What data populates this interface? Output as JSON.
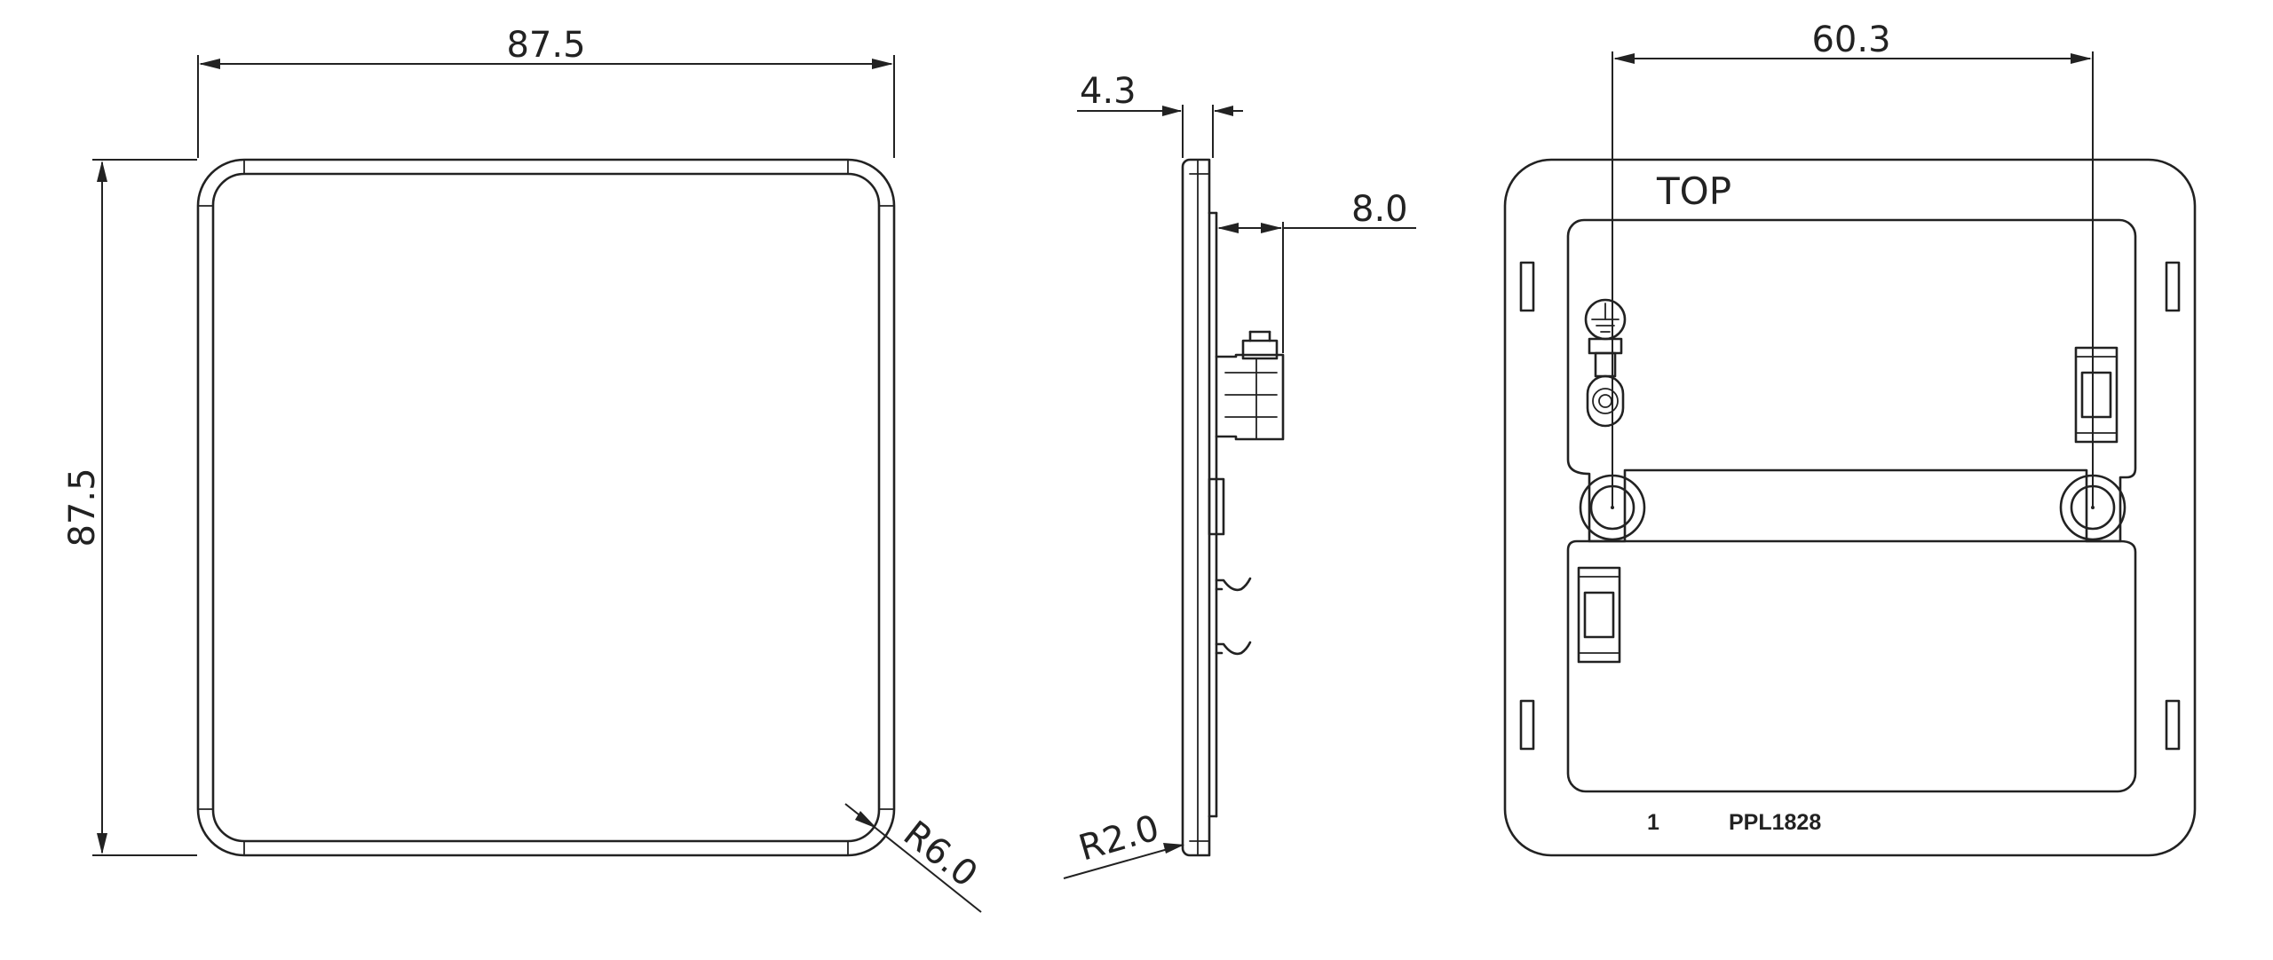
{
  "dimensions": {
    "front_width": "87.5",
    "front_height": "87.5",
    "front_corner_radius": "R6.0",
    "side_plate_thickness": "4.3",
    "side_depth": "8.0",
    "side_corner_radius": "R2.0",
    "rear_hole_spacing": "60.3"
  },
  "rear_labels": {
    "orientation": "TOP",
    "number": "1",
    "part_code": "PPL1828"
  },
  "icons": [
    "earth-symbol-icon"
  ],
  "colors": {
    "line": "#222222",
    "background": "#ffffff"
  }
}
